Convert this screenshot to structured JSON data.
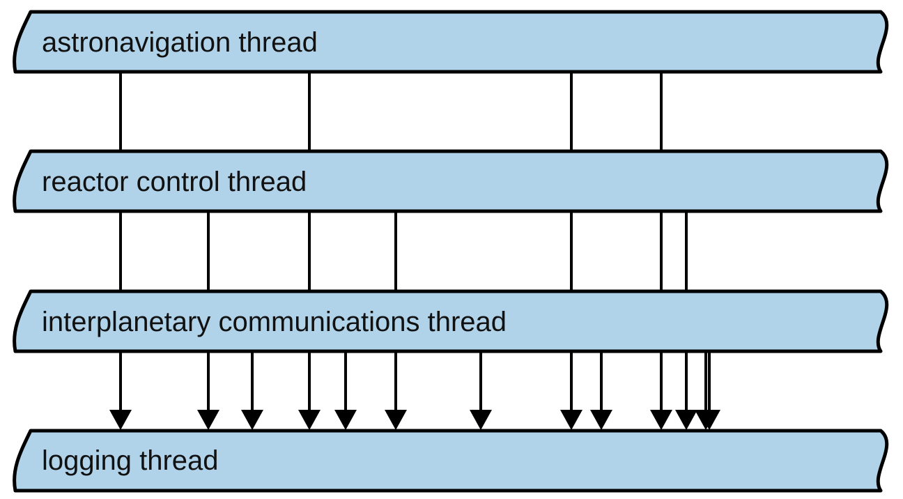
{
  "diagram": {
    "colors": {
      "band_fill": "#b1d3ea",
      "band_stroke": "#000000",
      "line": "#000000",
      "text": "#111111"
    },
    "threads": [
      {
        "id": "astronavigation",
        "label": "astronavigation thread"
      },
      {
        "id": "reactor-control",
        "label": "reactor control thread"
      },
      {
        "id": "interplanetary-communications",
        "label": "interplanetary communications thread"
      },
      {
        "id": "logging",
        "label": "logging thread"
      }
    ],
    "connections": [
      {
        "from": "astronavigation",
        "to": "reactor-control",
        "count": 4,
        "arrowheads": false
      },
      {
        "from": "reactor-control",
        "to": "interplanetary-communications",
        "count": 7,
        "arrowheads": false
      },
      {
        "from": "interplanetary-communications",
        "to": "logging",
        "count": 13,
        "arrowheads": true
      }
    ]
  }
}
